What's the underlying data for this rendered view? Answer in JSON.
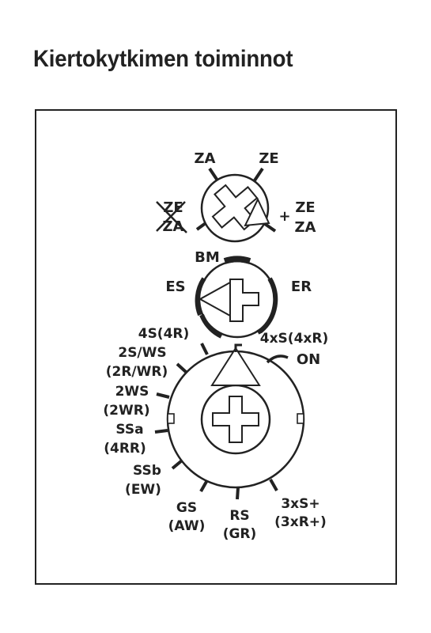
{
  "title": "Kiertokytkimen toiminnot",
  "colors": {
    "ink": "#222222",
    "background": "#ffffff"
  },
  "top_dial": {
    "labels": {
      "za": "ZA",
      "ze": "ZE",
      "crossed_top": "ZE",
      "crossed_bottom": "ZA",
      "plus": "+",
      "right_top": "ZE",
      "right_bottom": "ZA"
    }
  },
  "middle_dial": {
    "labels": {
      "top": "BM",
      "left": "ES",
      "right": "ER"
    }
  },
  "main_dial": {
    "labels": {
      "on": "ON",
      "s4_line1": "4S(4R)",
      "ws2_line1": "2S/WS",
      "ws2_line2": "(2R/WR)",
      "w2_line1": "2WS",
      "w2_line2": "(2WR)",
      "ssa_line1": "SSa",
      "ssa_line2": "(4RR)",
      "ssb_line1": "SSb",
      "ssb_line2": "(EW)",
      "gs_line1": "GS",
      "gs_line2": "(AW)",
      "rs_line1": "RS",
      "rs_line2": "(GR)",
      "s3_line1": "3xS+",
      "s3_line2": "(3xR+)",
      "s4x_line1": "4xS(4xR)"
    }
  }
}
